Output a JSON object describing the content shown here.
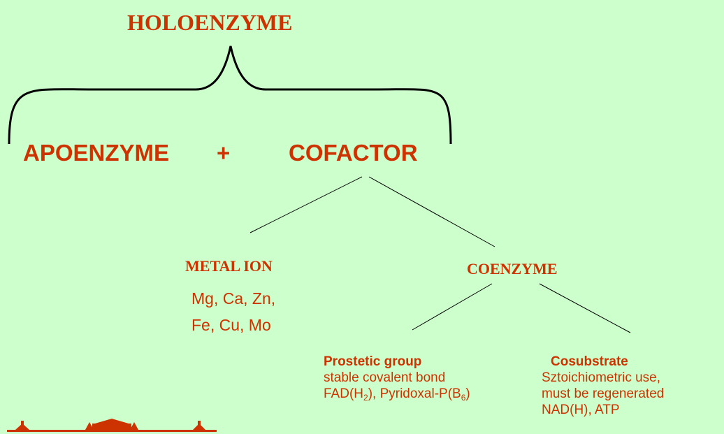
{
  "colors": {
    "background": "#ccffcc",
    "text": "#cc3300",
    "lines": "#000000"
  },
  "root": {
    "label": "HOLOENZYME"
  },
  "level1": {
    "apoenzyme": "APOENZYME",
    "plus": "+",
    "cofactor": "COFACTOR"
  },
  "metal_ion": {
    "title": "METAL ION",
    "examples_line1": "Mg, Ca, Zn,",
    "examples_line2": "Fe, Cu, Mo"
  },
  "coenzyme": {
    "title": "COENZYME"
  },
  "prostetic_group": {
    "title": "Prostetic group",
    "desc": "stable covalent bond",
    "ex_fad": "FAD(H",
    "ex_fad_sub": "2",
    "ex_mid": "), Pyridoxal-P(B",
    "ex_b_sub": "6",
    "ex_end": ")"
  },
  "cosubstrate": {
    "title": "Cosubstrate",
    "desc1": "Sztoichiometric use,",
    "desc2": "must be regenerated",
    "examples": "NAD(H), ATP"
  },
  "logo": {
    "name": "university-building-logo-icon"
  }
}
